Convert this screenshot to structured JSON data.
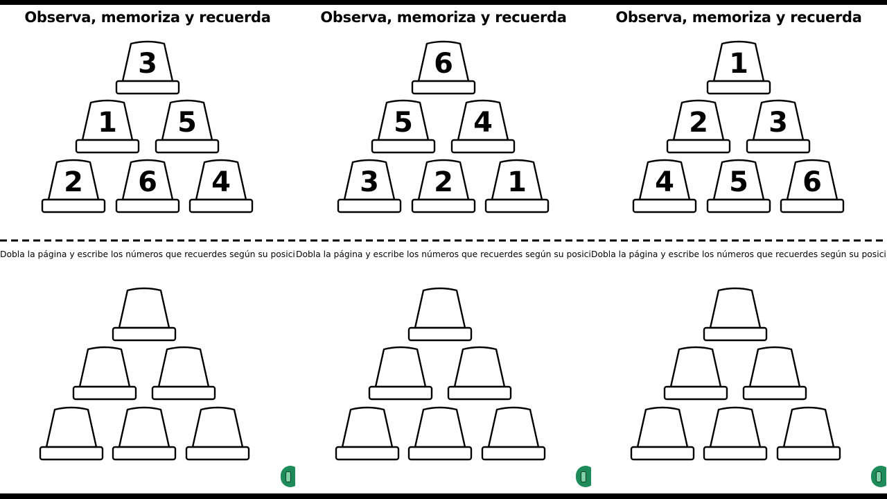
{
  "columns": [
    {
      "title": "Observa, memoriza y recuerda",
      "rows": [
        [
          "3"
        ],
        [
          "1",
          "5"
        ],
        [
          "2",
          "6",
          "4"
        ]
      ],
      "instruction": "Dobla la página y escribe los números que recuerdes según su posición:"
    },
    {
      "title": "Observa, memoriza y recuerda",
      "rows": [
        [
          "6"
        ],
        [
          "5",
          "4"
        ],
        [
          "3",
          "2",
          "1"
        ]
      ],
      "instruction": "Dobla la página y escribe los números que recuerdes según su posición:"
    },
    {
      "title": "Observa, memoriza y recuerda",
      "rows": [
        [
          "1"
        ],
        [
          "2",
          "3"
        ],
        [
          "4",
          "5",
          "6"
        ]
      ],
      "instruction": "Dobla la página y escribe los números que recuerdes según su posición:"
    }
  ],
  "colors": {
    "ink": "#000000",
    "paper": "#ffffff",
    "badge": "#1e8c5a"
  },
  "icons": {
    "cup": "cup-icon",
    "badge": "logo-badge-icon"
  }
}
